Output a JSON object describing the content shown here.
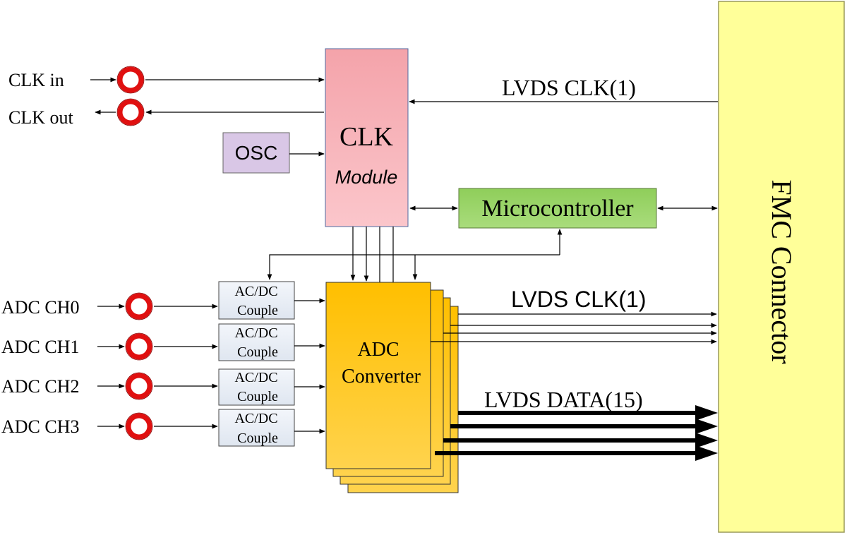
{
  "inputs": {
    "clk_in": "CLK in",
    "clk_out": "CLK out",
    "adc_channels": [
      "ADC CH0",
      "ADC CH1",
      "ADC CH2",
      "ADC CH3"
    ]
  },
  "blocks": {
    "osc": "OSC",
    "clk_module_title": "CLK",
    "clk_module_subtitle": "Module",
    "microcontroller": "Microcontroller",
    "acdc_line1": "AC/DC",
    "acdc_line2": "Couple",
    "adc_line1": "ADC",
    "adc_line2": "Converter",
    "fmc": "FMC Connector"
  },
  "signals": {
    "lvds_clk_top": "LVDS CLK(1)",
    "lvds_clk_mid": "LVDS CLK(1)",
    "lvds_data": "LVDS DATA(15)"
  },
  "colors": {
    "fmc_fill": "#ffff99",
    "clk_module_fill": "#f7a6ad",
    "microcontroller_fill": "#92d050",
    "osc_fill": "#d9c7e6",
    "acdc_fill": "#eef2f8",
    "adc_fill": "#ffc000",
    "connector_ring": "#e01010"
  }
}
